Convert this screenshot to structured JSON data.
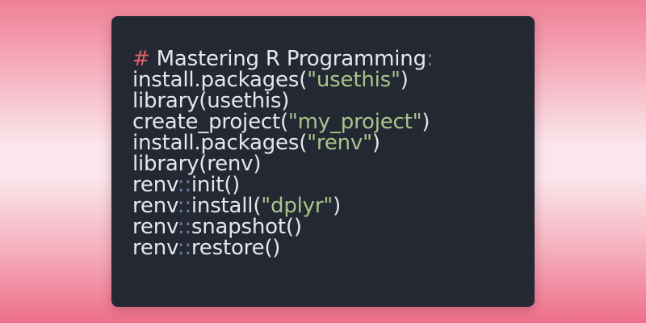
{
  "colors": {
    "card_background": "#232833",
    "comment_mark": "#e0606e",
    "string": "#a8c38a",
    "operator": "#6e7fa6",
    "text": "#e6e7ea"
  },
  "code": {
    "heading": {
      "mark": "#",
      "text": " Mastering R Programming",
      "colon": ":"
    },
    "lines": [
      {
        "pre": "install.packages(",
        "str": "\"usethis\"",
        "post": ")"
      },
      {
        "pre": "library(usethis)"
      },
      {
        "pre": "create_project(",
        "str": "\"my_project\"",
        "post": ")"
      },
      {
        "pre": "install.packages(",
        "str": "\"renv\"",
        "post": ")"
      },
      {
        "pre": "library(renv)"
      },
      {
        "pre": "renv",
        "op": "::",
        "post": "init()"
      },
      {
        "pre": "renv",
        "op": "::",
        "post": "install(",
        "str": "\"dplyr\"",
        "tail": ")"
      },
      {
        "pre": "renv",
        "op": "::",
        "post": "snapshot()"
      },
      {
        "pre": "renv",
        "op": "::",
        "post": "restore()"
      }
    ]
  }
}
